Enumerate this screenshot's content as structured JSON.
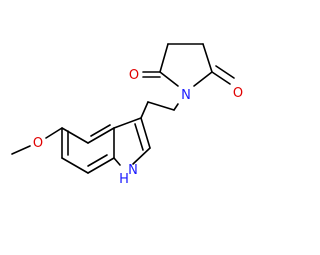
{
  "molecule": {
    "atom_labels": {
      "oxygen_methoxy": "O",
      "oxygen_carbonyl_left": "O",
      "oxygen_carbonyl_right": "O",
      "nitrogen_imide": "N",
      "nitrogen_indole": "N",
      "hydrogen_indole": "H"
    },
    "colors": {
      "bond": "#000000",
      "oxygen": "#e00000",
      "nitrogen": "#1a1aff"
    }
  }
}
